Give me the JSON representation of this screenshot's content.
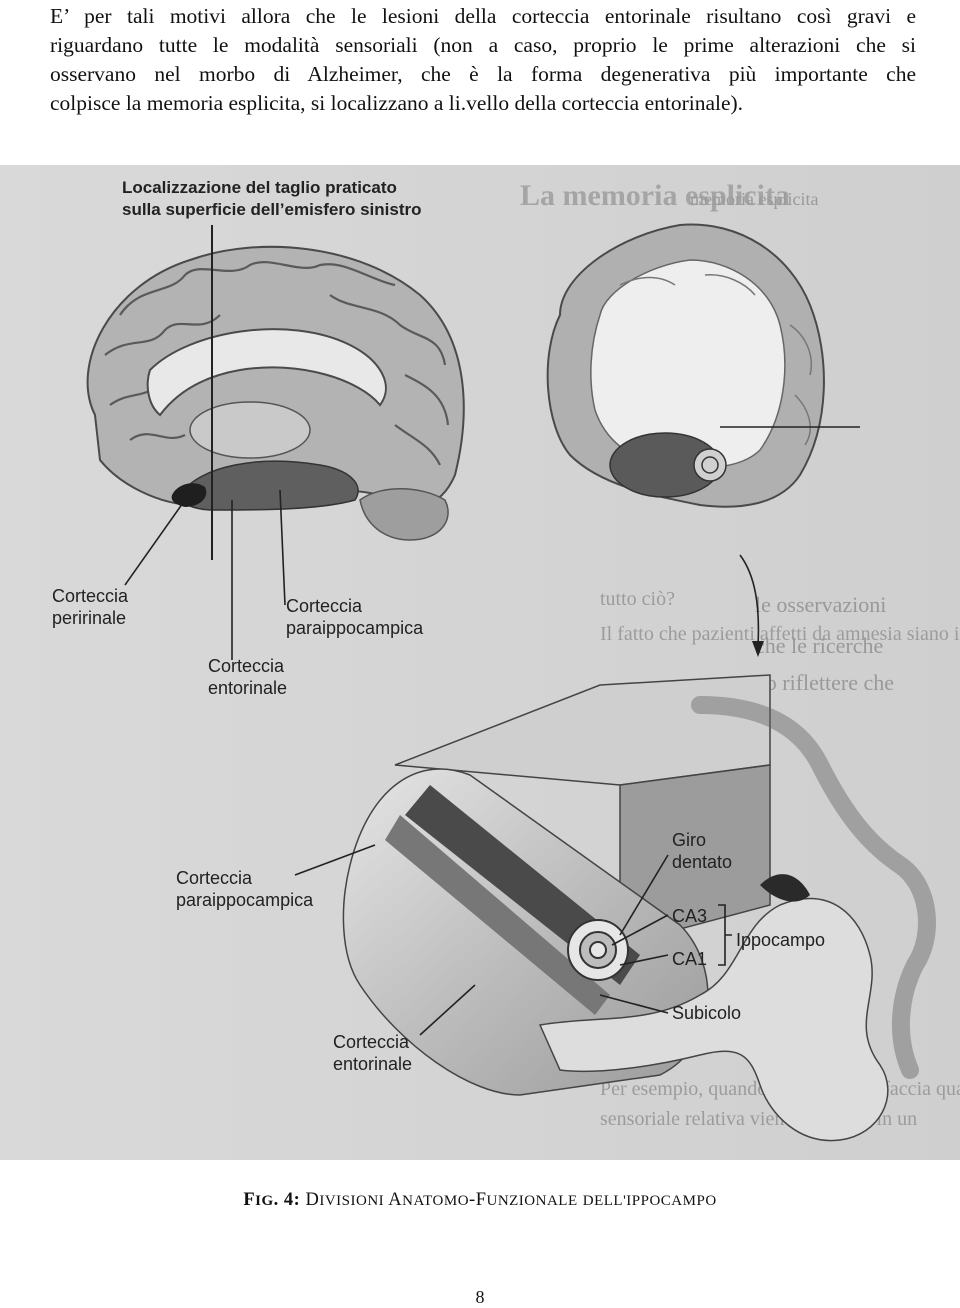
{
  "paragraph": {
    "lines": [
      "E’ per tali motivi allora che le lesioni della corteccia entorinale risultano così gravi e",
      "riguardano tutte le modalità sensoriali (non a caso, proprio le prime alterazioni che si",
      "osservano nel morbo di Alzheimer, che è la forma degenerativa più importante che",
      "colpisce la memoria esplicita, si localizzano a li.vello della corteccia entorinale)."
    ]
  },
  "figure": {
    "labels": {
      "taglio": "Localizzazione del taglio praticato\nsulla superficie dell’emisfero sinistro",
      "peririnale": "Corteccia\nperirinale",
      "paraippocampica_top": "Corteccia\nparaippocampica",
      "entorinale_top": "Corteccia\nentorinale",
      "paraippocampica_bottom": "Corteccia\nparaippocampica",
      "giro_dentato": "Giro\ndentato",
      "ca3": "CA3",
      "ca1": "CA1",
      "ippocampo": "Ippocampo",
      "subicolo": "Subicolo",
      "entorinale_bottom": "Corteccia\nentorinale"
    },
    "background_text": [
      "La memoria esplicita",
      "memoria esplicita",
      "Il fatto che pazienti affetti da amnesia siano in grado",
      "tutto ciò?",
      "le osservazioni",
      "che le ricerche",
      "ano riflettere che",
      "Per esempio, quando guardiamo in faccia qualcuno",
      "sensoriale relativa viene elaborata in un"
    ]
  },
  "caption": {
    "fig_prefix": "F",
    "fig_prefix_small": "IG",
    "fig_number": ". 4: ",
    "title_parts": [
      {
        "big": "D",
        "small": "IVISIONI"
      },
      {
        "big": " A",
        "small": "NATOMO"
      },
      {
        "big": "-F",
        "small": "UNZIONALE"
      },
      {
        "big": " ",
        "small": "DELL'IPPOCAMPO"
      }
    ]
  },
  "page_number": "8",
  "colors": {
    "figure_bg": "#d4d4d4",
    "cortex": "#b9b9b9",
    "white_matter": "#efefef",
    "dark_region": "#555555",
    "entorhinal": "#2a2a2a",
    "ink": "#222222"
  }
}
